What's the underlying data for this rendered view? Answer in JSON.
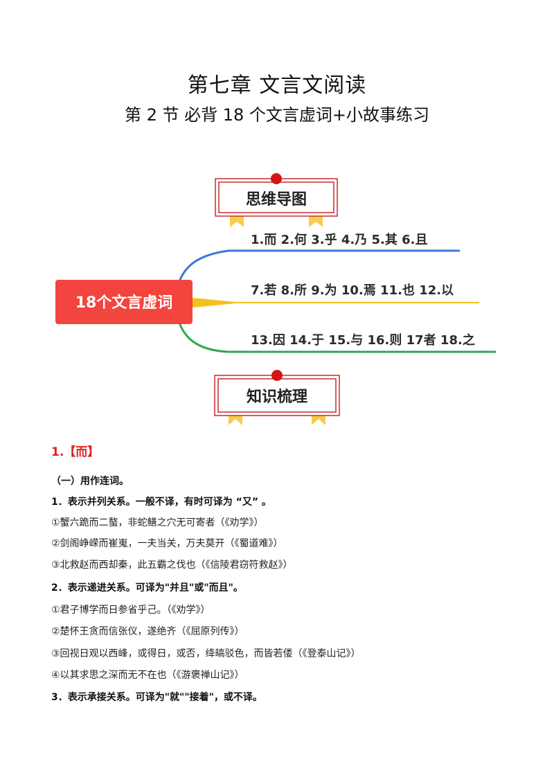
{
  "header": {
    "title": "第七章  文言文阅读",
    "subtitle": "第 2 节  必背 18 个文言虚词+小故事练习"
  },
  "badges": {
    "mindmap_label": "思维导图",
    "knowledge_label": "知识梳理"
  },
  "mindmap": {
    "central": "18个文言虚词",
    "branches": [
      {
        "text": "1.而  2.何  3.乎  4.乃  5.其  6.且",
        "color": "#3a78d6"
      },
      {
        "text": "7.若  8.所  9.为  10.焉  11.也  12.以",
        "color": "#f2c11b"
      },
      {
        "text": "13.因  14.于  15.与  16.则  17者  18.之",
        "color": "#2fa84f"
      }
    ],
    "central_color": "#f2453d"
  },
  "content": {
    "heading": "1.【而】",
    "lines": [
      "（一）用作连词。",
      "1．表示并列关系。一般不译，有时可译为 “又”    。",
      "①蟹六跪而二螯，非蛇鳝之穴无可寄者（《劝学》）",
      "②剑阁峥嵘而崔嵬，一夫当关，万夫莫开（《蜀道难》）",
      "③北救赵而西却秦，此五霸之伐也（《信陵君窃符救赵》）",
      "2．表示递进关系。可译为\"并且\"或\"而且\"。",
      "①君子博学而日参省乎己。（《劝学》）",
      "②楚怀王贪而信张仪，遂绝齐（《屈原列传》）",
      "③回视日观以西峰，或得日，或否，绛皜驳色，而皆若偻（《登泰山记》）",
      "④以其求思之深而无不在也（《游褒禅山记》）",
      "3．表示承接关系。可译为\"就\"\"接着\"，或不译。"
    ]
  }
}
